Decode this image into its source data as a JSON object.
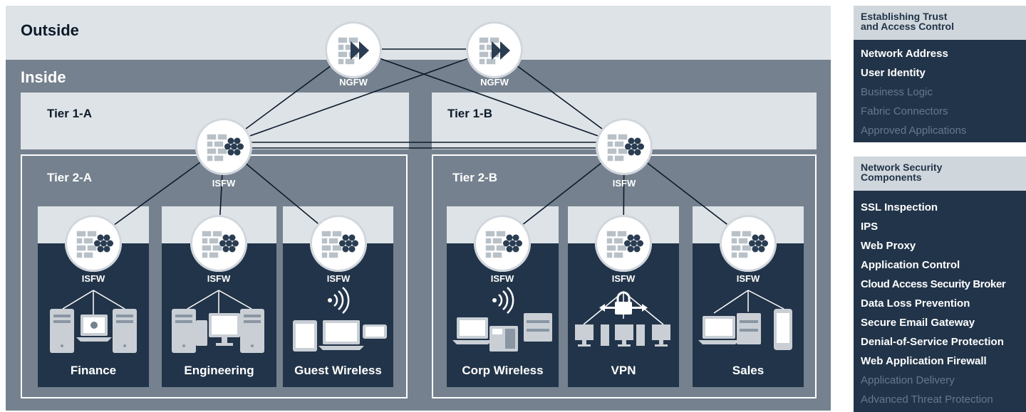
{
  "zones": {
    "outside": "Outside",
    "inside": "Inside",
    "tier1a": "Tier 1-A",
    "tier1b": "Tier 1-B",
    "tier2a": "Tier 2-A",
    "tier2b": "Tier 2-B"
  },
  "nodes": {
    "ngfw_left": "NGFW",
    "ngfw_right": "NGFW",
    "isfw_tier1a": "ISFW",
    "isfw_tier1b": "ISFW",
    "isfw_finance": "ISFW",
    "isfw_engineering": "ISFW",
    "isfw_guest": "ISFW",
    "isfw_corp": "ISFW",
    "isfw_vpn": "ISFW",
    "isfw_sales": "ISFW"
  },
  "segments": {
    "finance": "Finance",
    "engineering": "Engineering",
    "guest_wireless": "Guest Wireless",
    "corp_wireless": "Corp Wireless",
    "vpn": "VPN",
    "sales": "Sales"
  },
  "panel_trust": {
    "heading_line1": "Establishing Trust",
    "heading_line2": "and Access Control",
    "items": [
      {
        "label": "Network Address",
        "active": true
      },
      {
        "label": "User Identity",
        "active": true
      },
      {
        "label": "Business Logic",
        "active": false
      },
      {
        "label": "Fabric Connectors",
        "active": false
      },
      {
        "label": "Approved Applications",
        "active": false
      }
    ]
  },
  "panel_security": {
    "heading_line1": "Network Security",
    "heading_line2": "Components",
    "items": [
      {
        "label": "SSL Inspection",
        "active": true
      },
      {
        "label": "IPS",
        "active": true
      },
      {
        "label": "Web Proxy",
        "active": true
      },
      {
        "label": "Application Control",
        "active": true
      },
      {
        "label": "Cloud Access Security Broker",
        "active": true
      },
      {
        "label": "Data Loss Prevention",
        "active": true
      },
      {
        "label": "Secure Email Gateway",
        "active": true
      },
      {
        "label": "Denial-of-Service Protection",
        "active": true
      },
      {
        "label": "Web Application Firewall",
        "active": true
      },
      {
        "label": "Application Delivery",
        "active": false
      },
      {
        "label": "Advanced Threat Protection",
        "active": false
      }
    ]
  },
  "colors": {
    "outside_bg": "#dde3e7",
    "inside_bg": "#75818e",
    "tier_band": "#dde3e7",
    "segment_dark": "#223449",
    "panel_head": "#cfd6dc",
    "panel_dark": "#223449",
    "inactive_text": "#65788d"
  },
  "icons": {
    "ngfw": "firewall-arrows-icon",
    "isfw": "firewall-hexagon-icon",
    "wireless": "wifi-signal-icon",
    "vpn": "lock-icon"
  }
}
